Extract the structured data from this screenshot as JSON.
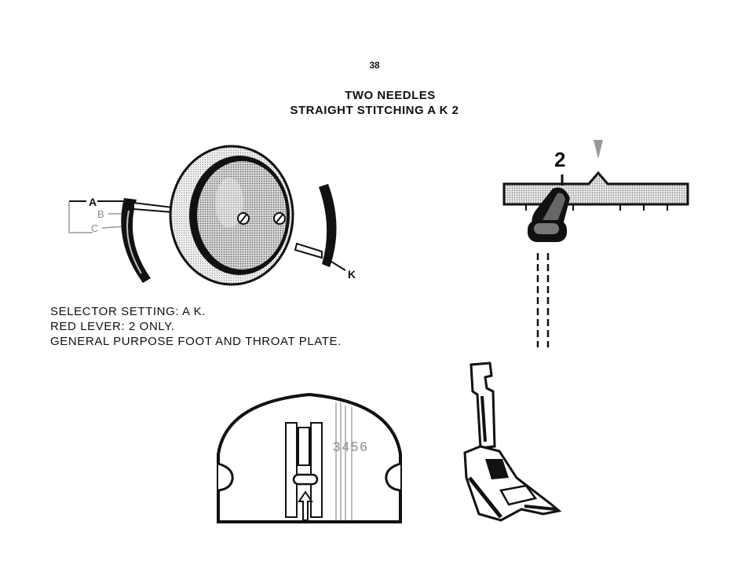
{
  "page": {
    "number": "38"
  },
  "heading": {
    "line1": "TWO NEEDLES",
    "line2": "STRAIGHT STITCHING A K 2"
  },
  "selector": {
    "labels": {
      "a": "A",
      "b": "B",
      "c": "C",
      "k": "K"
    }
  },
  "lever": {
    "position_label": "2"
  },
  "instructions": {
    "line1": "SELECTOR SETTING: A K.",
    "line2": "RED LEVER: 2 ONLY.",
    "line3": "GENERAL PURPOSE FOOT AND THROAT PLATE."
  },
  "throat_plate": {
    "markings": "3456"
  },
  "colors": {
    "ink": "#111111",
    "paper": "#ffffff",
    "label_gray": "#8a8a8a"
  }
}
